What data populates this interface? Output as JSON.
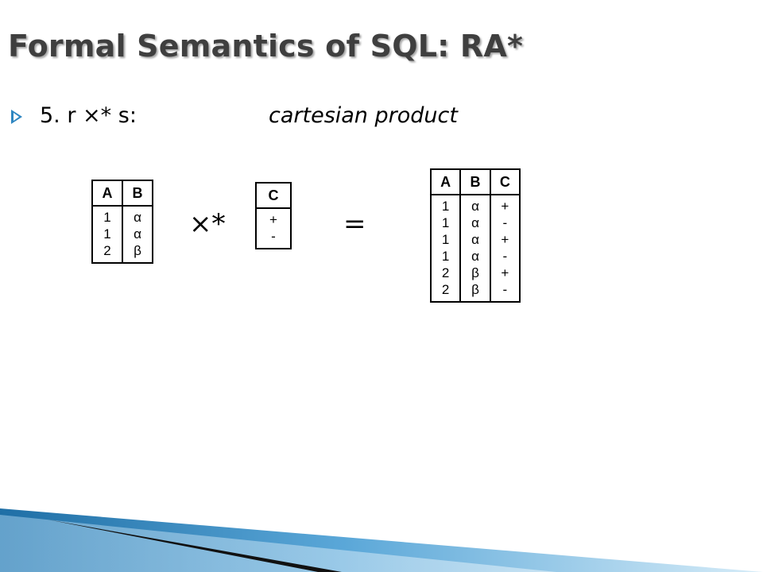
{
  "slide": {
    "title": "Formal Semantics of SQL: RA*",
    "item": {
      "number": "5.",
      "expr": "r  ×* s:",
      "description": "cartesian product"
    }
  },
  "relation_r": {
    "headers": [
      "A",
      "B"
    ],
    "columns": [
      [
        "1",
        "1",
        "2"
      ],
      [
        "α",
        "α",
        "β"
      ]
    ]
  },
  "operator": "×*",
  "relation_s": {
    "headers": [
      "C"
    ],
    "columns": [
      [
        "+",
        "-"
      ]
    ]
  },
  "equals": "=",
  "result": {
    "headers": [
      "A",
      "B",
      "C"
    ],
    "columns": [
      [
        "1",
        "1",
        "1",
        "1",
        "2",
        "2"
      ],
      [
        "α",
        "α",
        "α",
        "α",
        "β",
        "β"
      ],
      [
        "+",
        "-",
        "+",
        "-",
        "+",
        "-"
      ]
    ]
  },
  "colors": {
    "accent": "#2e86c1",
    "title": "#3f3f3f"
  }
}
